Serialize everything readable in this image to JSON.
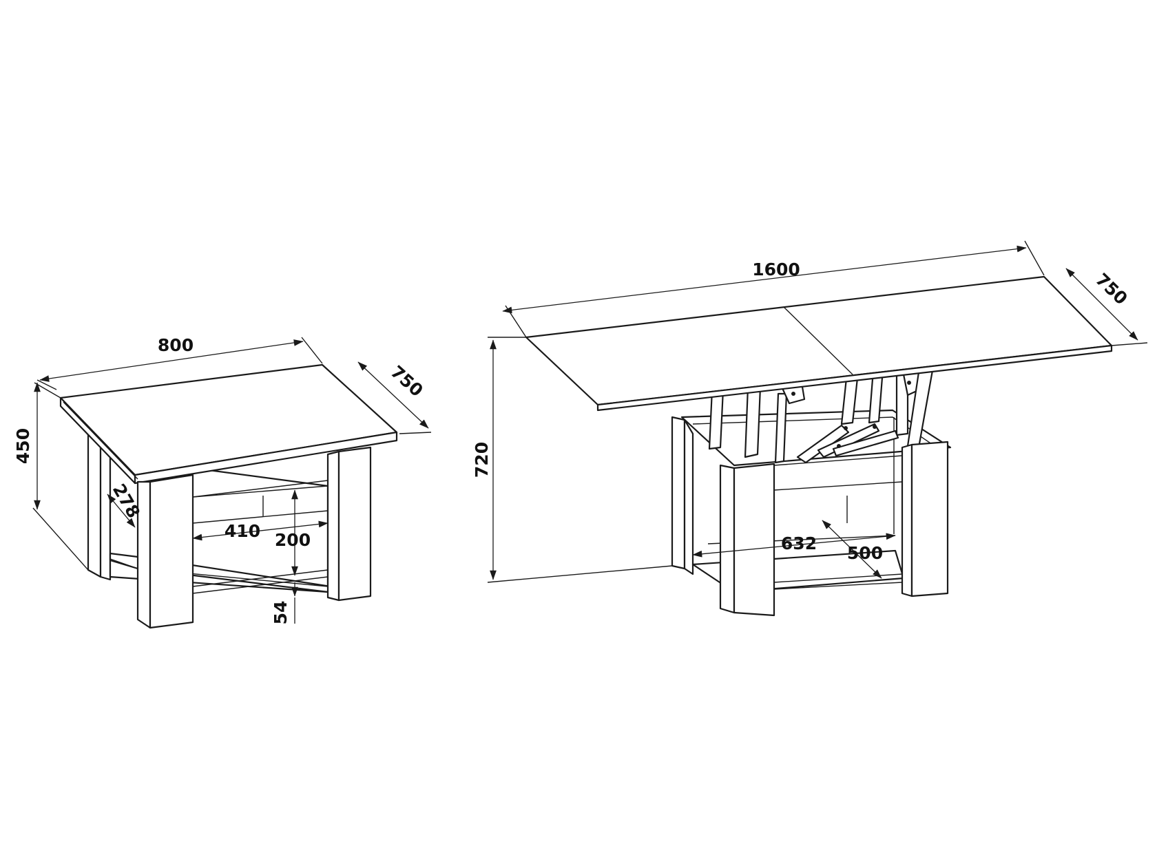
{
  "colors": {
    "ink": "#1a1a1a",
    "paper": "#ffffff"
  },
  "closed_table": {
    "length": "800",
    "depth": "750",
    "height": "450",
    "shelf_depth": "278",
    "opening_width": "410",
    "opening_height": "200",
    "shelf_clearance": "54"
  },
  "open_table": {
    "length": "1600",
    "depth": "750",
    "height": "720",
    "opening_width": "632",
    "opening_depth": "500"
  }
}
